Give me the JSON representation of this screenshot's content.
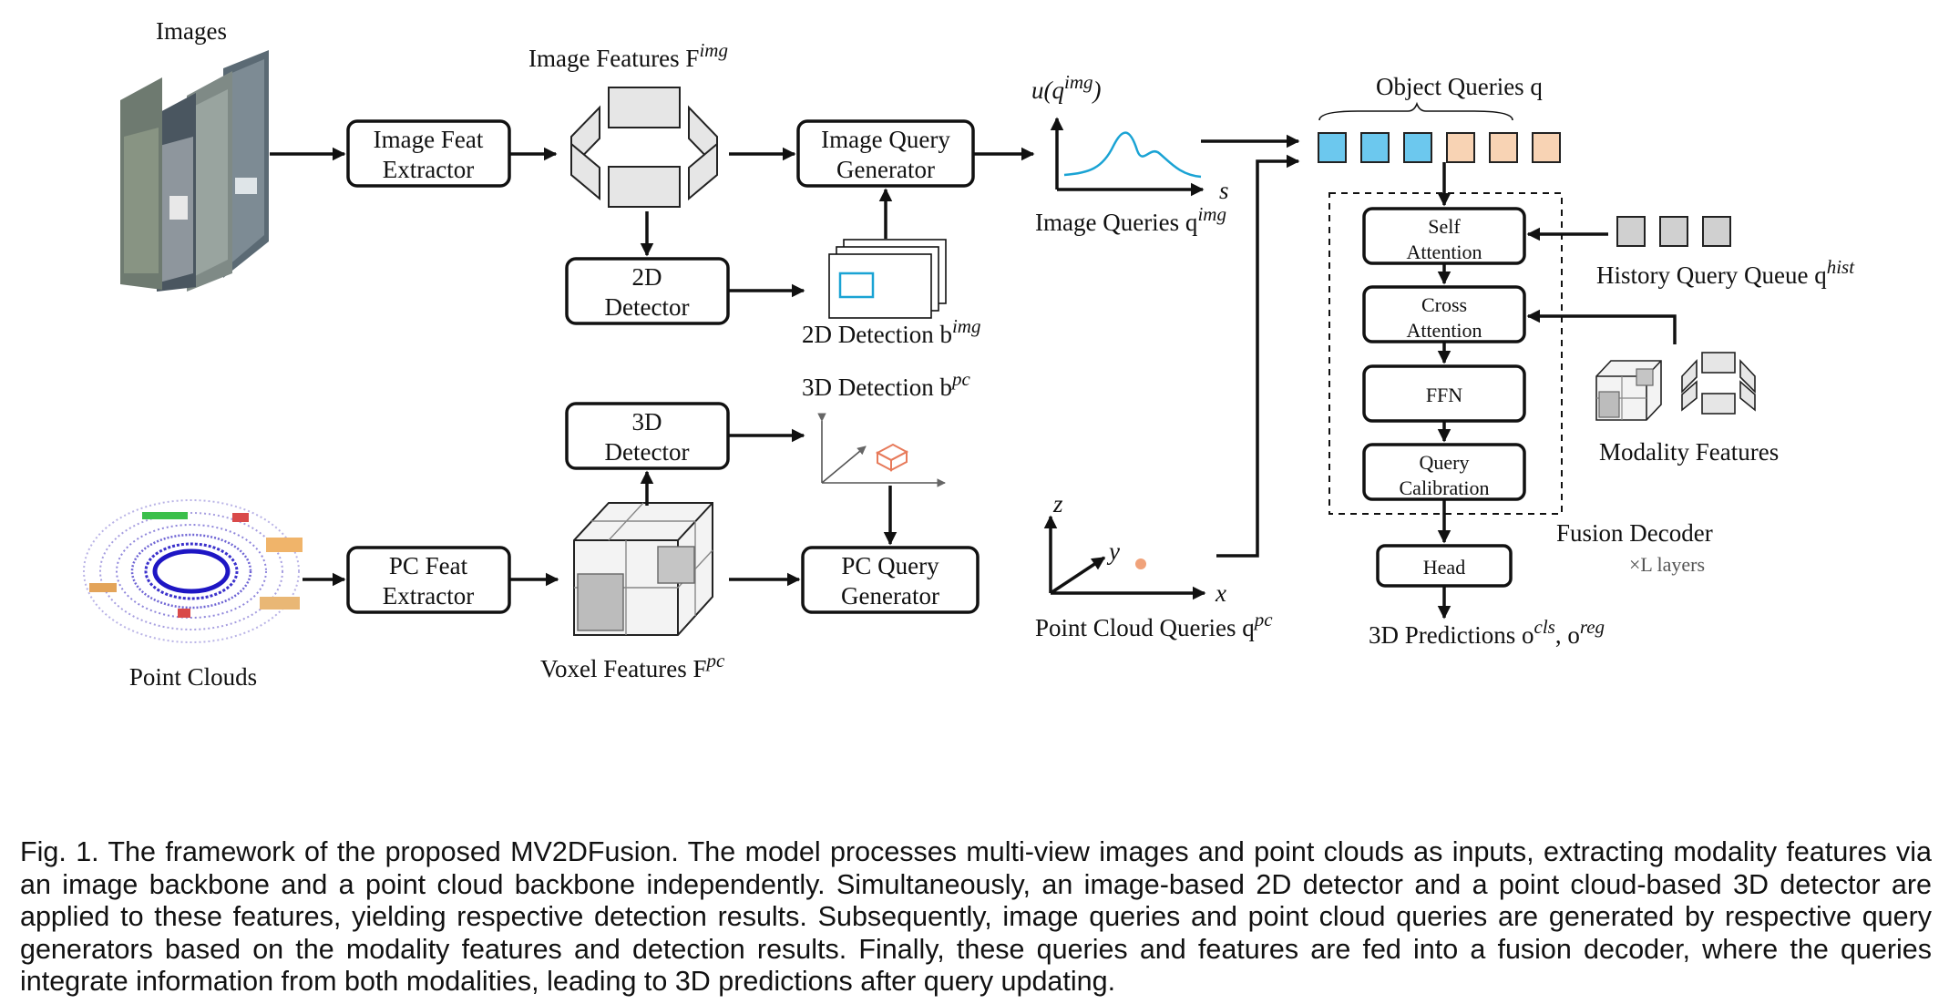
{
  "labels": {
    "images": "Images",
    "point_clouds": "Point Clouds",
    "image_features": "Image Features F",
    "image_features_sup": "img",
    "voxel_features": "Voxel Features F",
    "voxel_features_sup": "pc",
    "image_queries": "Image Queries q",
    "image_queries_sup": "img",
    "pc_queries": "Point Cloud Queries q",
    "pc_queries_sup": "pc",
    "det2d": "2D Detection b",
    "det2d_sup": "img",
    "det3d": "3D Detection b",
    "det3d_sup": "pc",
    "object_queries": "Object Queries q",
    "history_queue": "History Query Queue q",
    "history_queue_sup": "hist",
    "modality_features": "Modality Features",
    "fusion_decoder": "Fusion Decoder",
    "layers": "×L layers",
    "predictions": "3D Predictions o",
    "predictions_sup1": "cls",
    "predictions_sep": ", o",
    "predictions_sup2": "reg",
    "u_axis": "u(q",
    "u_axis_sup": "img",
    "u_axis_close": ")",
    "s_axis": "s",
    "x_axis": "x",
    "y_axis": "y",
    "z_axis": "z"
  },
  "boxes": {
    "img_extractor": [
      "Image Feat",
      "Extractor"
    ],
    "detector2d": [
      "2D",
      "Detector"
    ],
    "img_query_gen": [
      "Image Query",
      "Generator"
    ],
    "pc_extractor": [
      "PC Feat",
      "Extractor"
    ],
    "detector3d": [
      "3D",
      "Detector"
    ],
    "pc_query_gen": [
      "PC Query",
      "Generator"
    ],
    "self_attention": [
      "Self",
      "Attention"
    ],
    "cross_attention": [
      "Cross",
      "Attention"
    ],
    "ffn": [
      "FFN"
    ],
    "query_calibration": [
      "Query",
      "Calibration"
    ],
    "head": [
      "Head"
    ]
  },
  "colors": {
    "image_query": "#6cc8ee",
    "pc_query": "#f8d3b4",
    "history_query": "#d0d0d0",
    "curve": "#1aa3d4",
    "pc_point": "#f0a27a"
  },
  "caption": "Fig. 1. The framework of the proposed MV2DFusion. The model processes multi-view images and point clouds as inputs, extracting modality features via an image backbone and a point cloud backbone independently. Simultaneously, an image-based 2D detector and a point cloud-based 3D detector are applied to these features, yielding respective detection results. Subsequently, image queries and point cloud queries are generated by respective query generators based on the modality features and detection results. Finally, these queries and features are fed into a fusion decoder, where the queries integrate information from both modalities, leading to 3D predictions after query updating."
}
